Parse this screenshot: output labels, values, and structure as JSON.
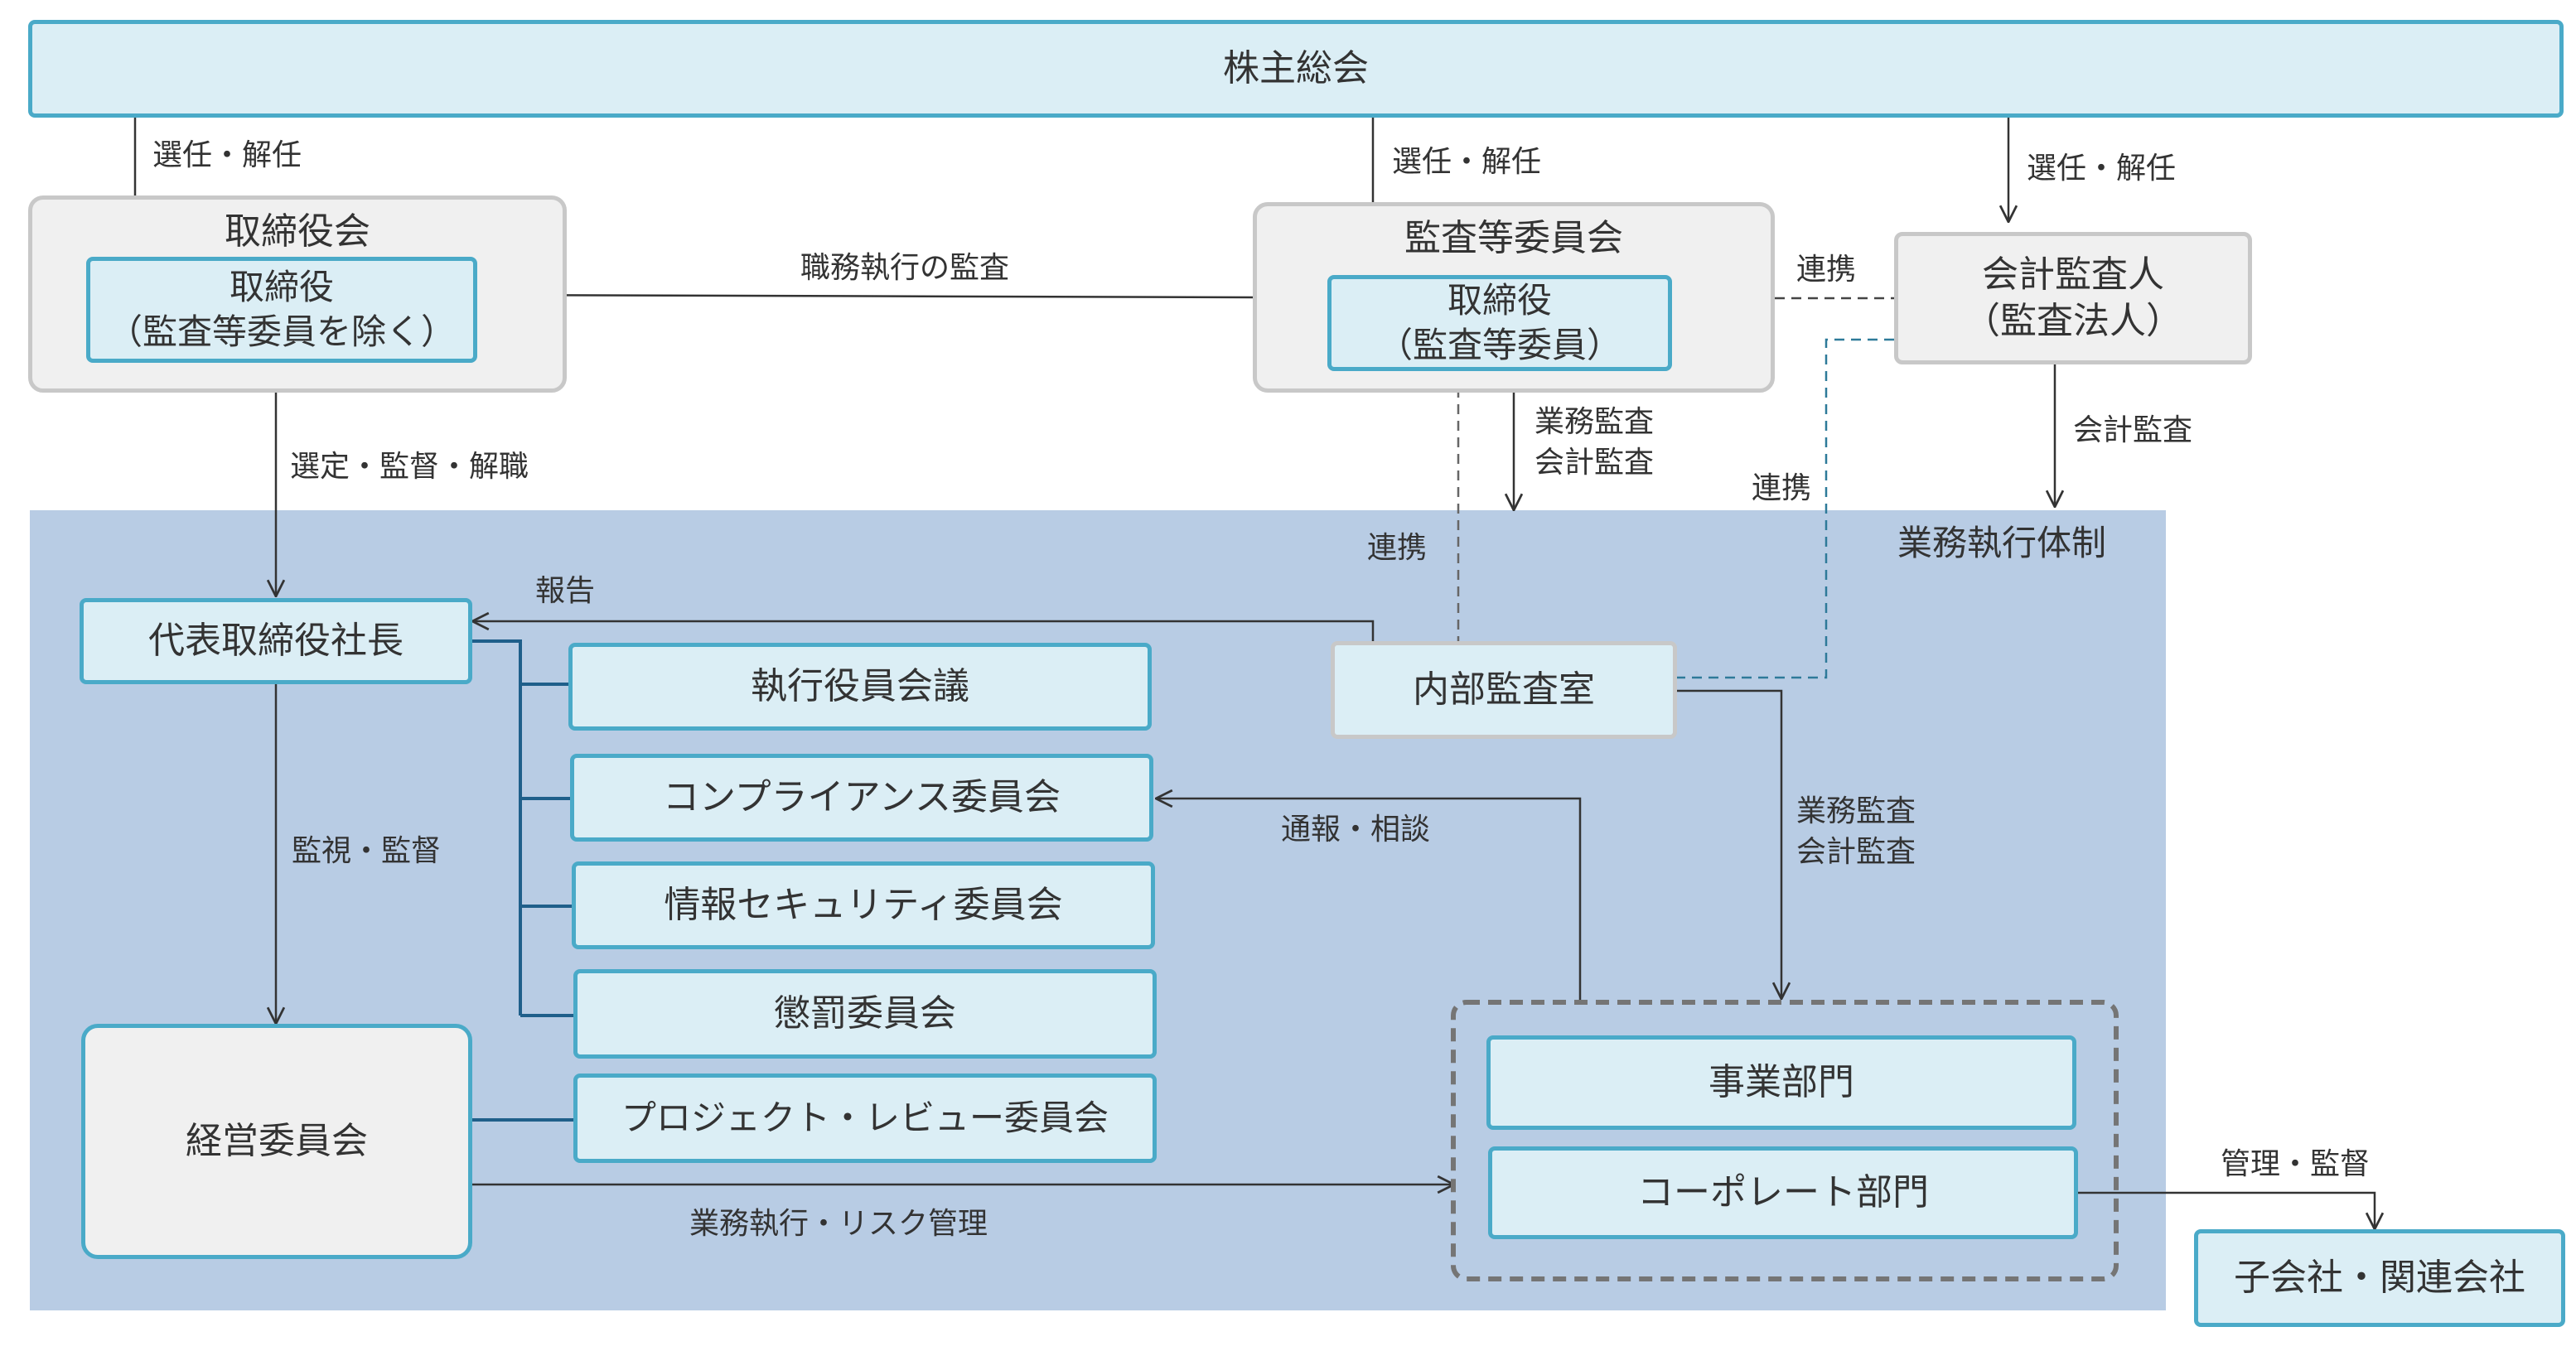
{
  "nodes": {
    "shareholders": "株主総会",
    "board": "取締役会",
    "directors_excl": "取締役\n（監査等委員を除く）",
    "audit_committee": "監査等委員会",
    "audit_directors": "取締役\n（監査等委員）",
    "accounting_auditor": "会計監査人\n（監査法人）",
    "business_system": "業務執行体制",
    "president": "代表取締役社長",
    "executive_meeting": "執行役員会議",
    "compliance": "コンプライアンス委員会",
    "infosec": "情報セキュリティ委員会",
    "disciplinary": "懲罰委員会",
    "project_review": "プロジェクト・レビュー委員会",
    "internal_audit": "内部監査室",
    "management_committee": "経営委員会",
    "business_dept": "事業部門",
    "corporate_dept": "コーポレート部門",
    "subsidiaries": "子会社・関連会社"
  },
  "edge_labels": {
    "elect_board": "選任・解任",
    "elect_audit": "選任・解任",
    "elect_auditor": "選任・解任",
    "duty_audit": "職務執行の監査",
    "cooperation_top": "連携",
    "select_supervise": "選定・監督・解職",
    "business_accounting_audit_1": "業務監査\n会計監査",
    "accounting_audit": "会計監査",
    "cooperation_right": "連携",
    "cooperation_left": "連携",
    "report": "報告",
    "monitor": "監視・監督",
    "notify_consult": "通報・相談",
    "business_accounting_audit_2": "業務監査\n会計監査",
    "execution_risk": "業務執行・リスク管理",
    "manage_supervise": "管理・監督"
  },
  "colors": {
    "light_box_fill": "#dbeef5",
    "light_box_border": "#4aaac8",
    "gray_box_fill": "#f0f0f0",
    "gray_box_border": "#c8c8c8",
    "execution_area": "#b8cce4",
    "bracket_line": "#1f5f8a",
    "arrow": "#333333",
    "dashed_blue": "#2e7a99"
  }
}
